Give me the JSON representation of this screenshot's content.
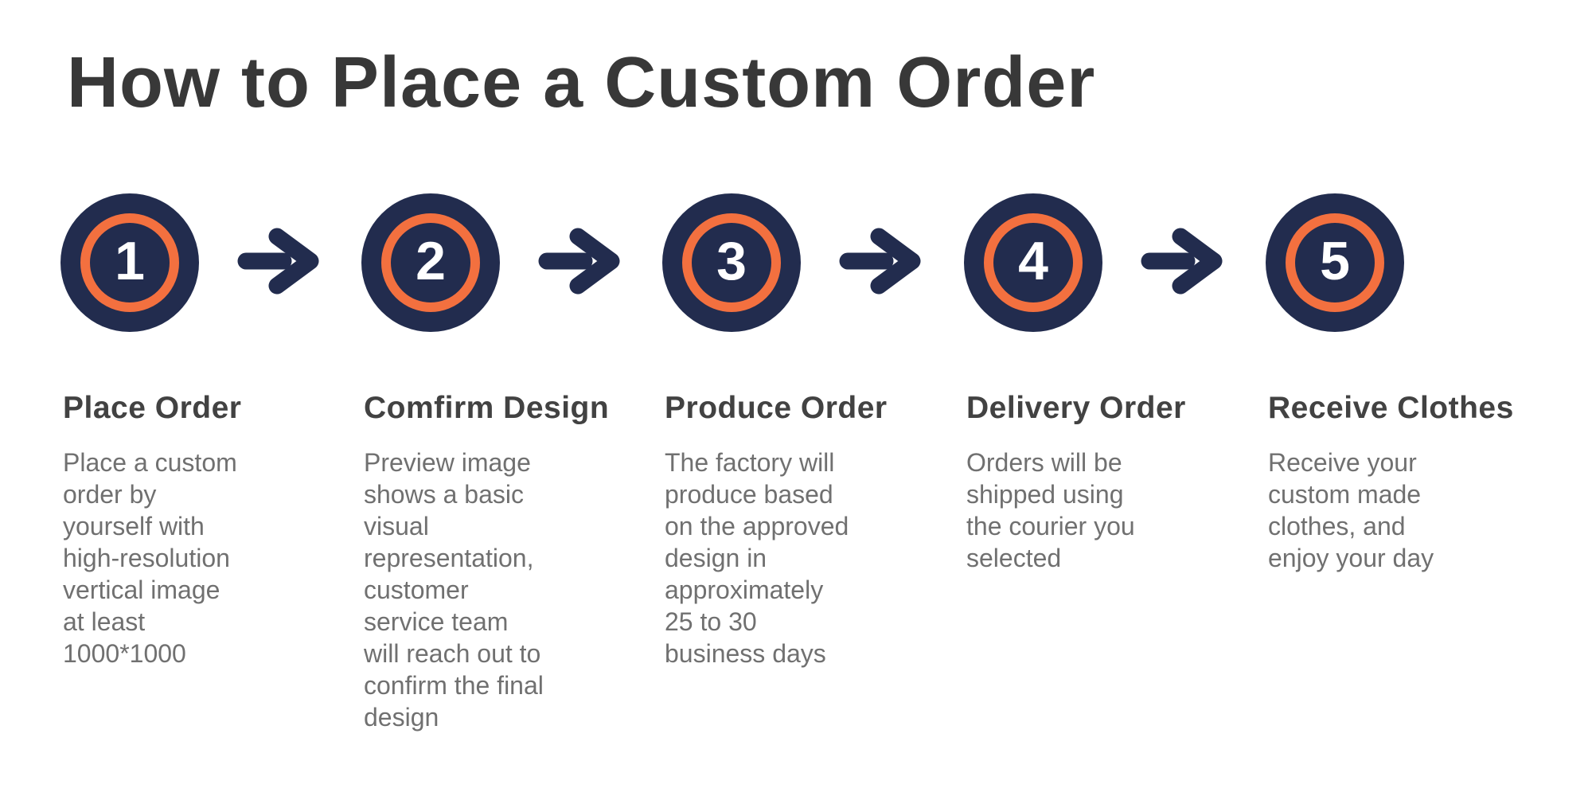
{
  "title": "How to Place a Custom Order",
  "colors": {
    "navy": "#222C4E",
    "orange": "#F3703F",
    "title_text": "#383838",
    "heading_text": "#424242",
    "body_text": "#707070",
    "number_text": "#FFFFFF",
    "background": "#FFFFFF"
  },
  "icons": {
    "between_steps": "arrow-right-icon"
  },
  "steps": [
    {
      "number": "1",
      "heading": "Place Order",
      "body": "Place a custom\norder by\nyourself with\nhigh-resolution\nvertical image\nat least\n1000*1000"
    },
    {
      "number": "2",
      "heading": "Comfirm Design",
      "body": "Preview image\nshows a basic\nvisual\nrepresentation,\ncustomer\nservice team\nwill reach out to\nconfirm the final\ndesign"
    },
    {
      "number": "3",
      "heading": "Produce Order",
      "body": "The factory will\nproduce based\non the approved\ndesign in\napproximately\n25 to 30\nbusiness days"
    },
    {
      "number": "4",
      "heading": "Delivery Order",
      "body": "Orders will be\nshipped using\nthe courier you\nselected"
    },
    {
      "number": "5",
      "heading": "Receive Clothes",
      "body": "Receive your\ncustom made\nclothes, and\nenjoy your day"
    }
  ]
}
